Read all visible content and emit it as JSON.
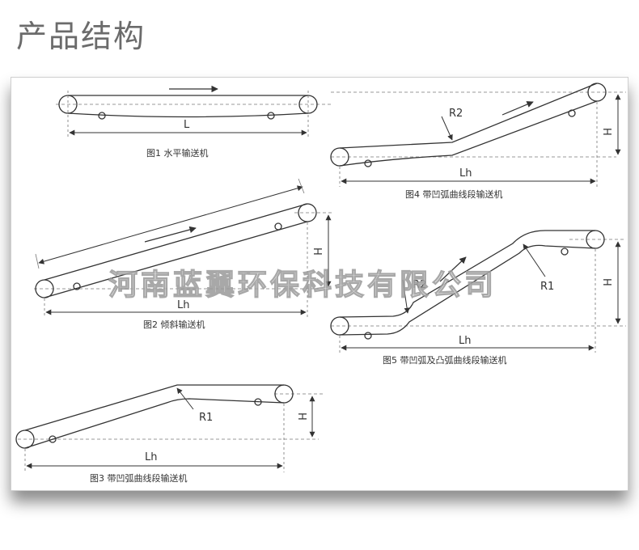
{
  "heading": "产品结构",
  "watermark": "河南蓝翼环保科技有限公司",
  "figures": {
    "fig1": {
      "caption": "图1 水平输送机",
      "dim_l": "L"
    },
    "fig2": {
      "caption": "图2 倾斜输送机",
      "dim_lh": "Lh",
      "dim_h": "H"
    },
    "fig3": {
      "caption": "图3 带凹弧曲线段输送机",
      "dim_lh": "Lh",
      "dim_h": "H",
      "radius": "R1"
    },
    "fig4": {
      "caption": "图4 带凹弧曲线段输送机",
      "dim_lh": "Lh",
      "dim_h": "H",
      "radius": "R2"
    },
    "fig5": {
      "caption": "图5 带凹弧及凸弧曲线段输送机",
      "dim_lh": "Lh",
      "dim_h": "H",
      "radius_concave": "R2",
      "radius_convex": "R1"
    }
  },
  "colors": {
    "line": "#333333",
    "dashed": "#777777",
    "heading": "#6b6b6b"
  }
}
